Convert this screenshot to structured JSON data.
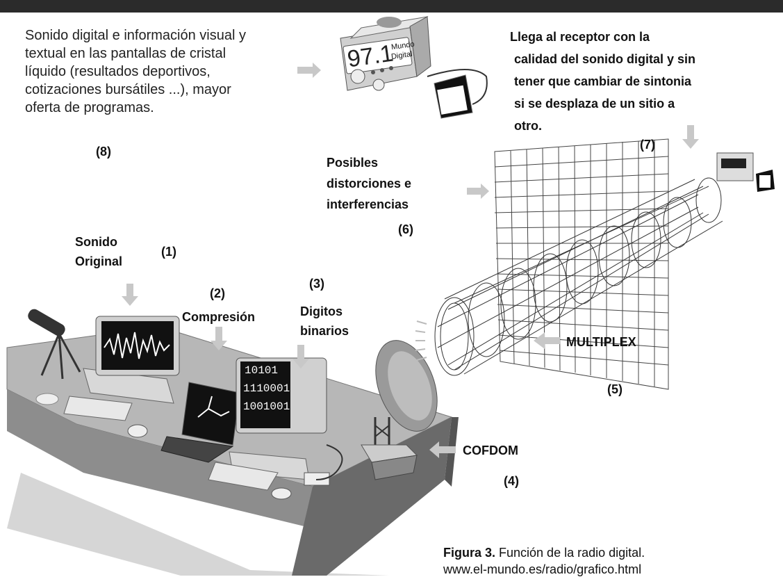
{
  "intro": {
    "lines": [
      "Sonido digital e información visual y",
      "textual en las pantallas de cristal",
      "líquido (resultados deportivos,",
      "cotizaciones bursátiles ...), mayor",
      "oferta de programas."
    ]
  },
  "receiver_text": {
    "lines": [
      "Llega al receptor con la",
      "calidad del sonido digital y sin",
      "tener que cambiar de sintonia",
      "si se desplaza de un sitio a",
      "otro."
    ]
  },
  "radio_display": {
    "frequency": "97.1",
    "brand_line1": "Mundo",
    "brand_line2": "Digital"
  },
  "distortion_text": {
    "lines": [
      "Posibles",
      "distorciones e",
      "interferencias"
    ]
  },
  "steps": {
    "s1": "(1)",
    "s2": "(2)",
    "s3": "(3)",
    "s4": "(4)",
    "s5": "(5)",
    "s6": "(6)",
    "s7": "(7)",
    "s8": "(8)"
  },
  "labels": {
    "sonido": "Sonido",
    "original": "Original",
    "compresion": "Compresión",
    "digitos": "Digitos",
    "binarios": "binarios",
    "multiplex": "MULTIPLEX",
    "cofdom": "COFDOM"
  },
  "binary_screen": {
    "lines": [
      "10101",
      "1110001",
      "1001001"
    ]
  },
  "caption": {
    "bold": "Figura 3.",
    "text": " Función de la radio digital.",
    "url": "www.el-mundo.es/radio/grafico.html"
  },
  "colors": {
    "arrow": "#c8c8c8",
    "ink": "#111111",
    "desk": "#9a9a9a"
  }
}
